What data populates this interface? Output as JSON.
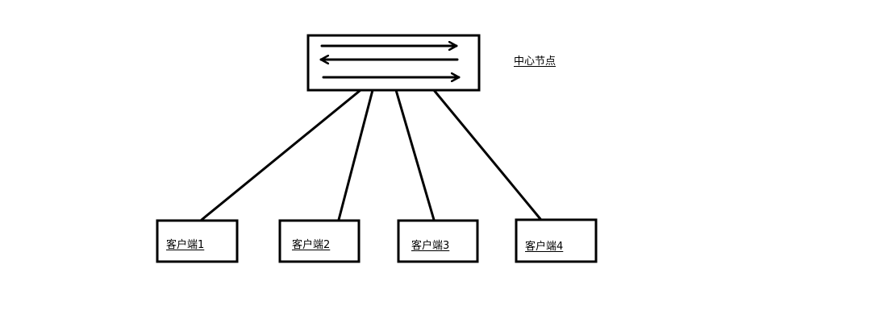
{
  "diagram": {
    "center_node": {
      "label": "中心节点"
    },
    "clients": [
      {
        "label": "客户端1"
      },
      {
        "label": "客户端2"
      },
      {
        "label": "客户端3"
      },
      {
        "label": "客户端4"
      }
    ]
  }
}
